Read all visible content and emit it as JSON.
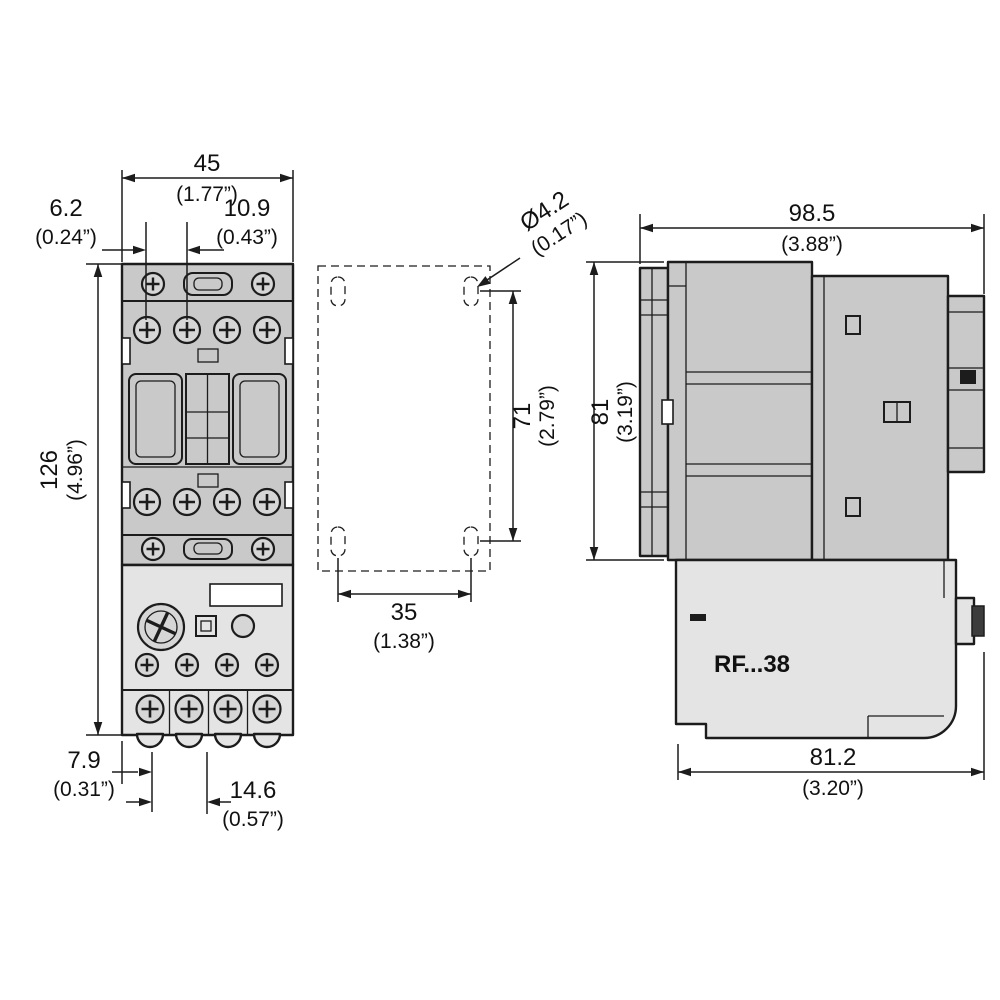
{
  "model_label": "RF...38",
  "dims": {
    "front_width": {
      "mm": "45",
      "in": "(1.77”)"
    },
    "top_edge_offset": {
      "mm": "6.2",
      "in": "(0.24”)"
    },
    "top_hole_pitch": {
      "mm": "10.9",
      "in": "(0.43”)"
    },
    "overall_height": {
      "mm": "126",
      "in": "(4.96”)"
    },
    "bottom_edge_offset": {
      "mm": "7.9",
      "in": "(0.31”)"
    },
    "bottom_terminal_pitch": {
      "mm": "14.6",
      "in": "(0.57”)"
    },
    "mounting_hole_diameter": {
      "mm": "Ø4.2",
      "in": "(0.17”)"
    },
    "mounting_pitch_vertical": {
      "mm": "71",
      "in": "(2.79”)"
    },
    "mounting_pitch_horizontal": {
      "mm": "35",
      "in": "(1.38”)"
    },
    "overall_depth": {
      "mm": "98.5",
      "in": "(3.88”)"
    },
    "side_height": {
      "mm": "81",
      "in": "(3.19”)"
    },
    "lower_depth": {
      "mm": "81.2",
      "in": "(3.20”)"
    }
  },
  "colors": {
    "line": "#1c1c1c",
    "body_fill": "#c9c9c9",
    "relay_fill": "#e4e4e4",
    "background": "#ffffff"
  }
}
